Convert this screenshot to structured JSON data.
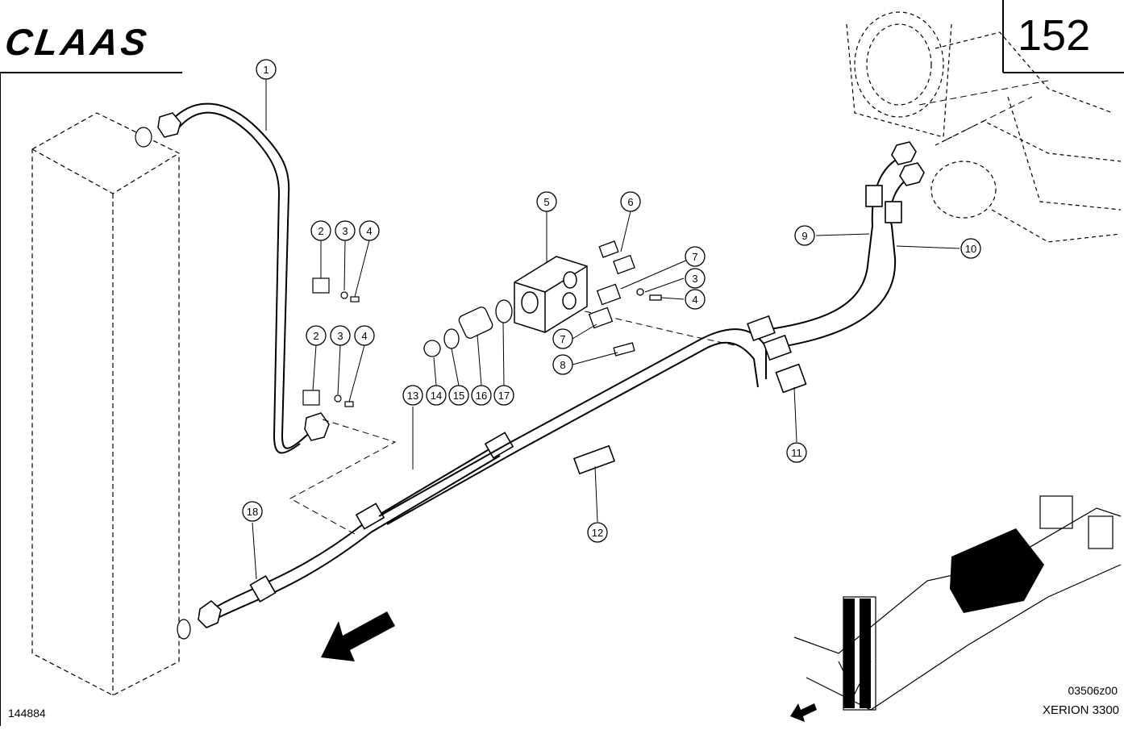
{
  "header": {
    "brand": "CLAAS",
    "page_number": "152"
  },
  "footer": {
    "doc_number": "144884",
    "drawing_id": "03506z00",
    "model": "XERION 3300"
  },
  "callouts": [
    "1",
    "2",
    "3",
    "4",
    "2",
    "3",
    "4",
    "5",
    "6",
    "7",
    "3",
    "4",
    "7",
    "8",
    "9",
    "10",
    "11",
    "12",
    "13",
    "14",
    "15",
    "16",
    "17",
    "18"
  ],
  "colors": {
    "line": "#000000",
    "background": "#ffffff"
  }
}
